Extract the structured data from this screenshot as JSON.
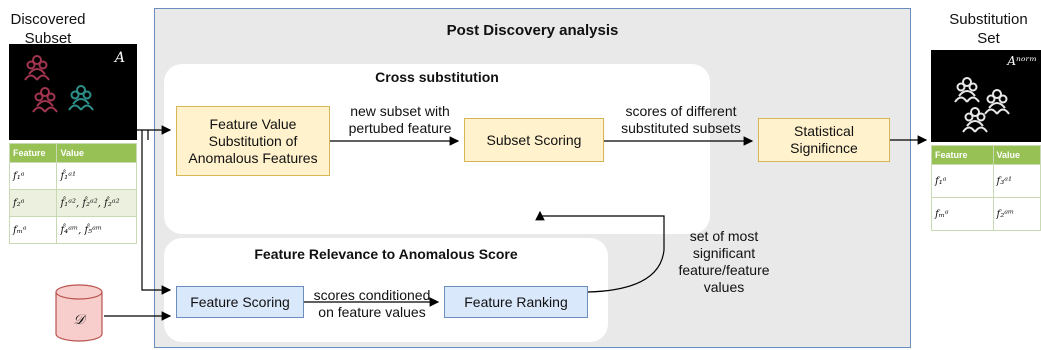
{
  "discovered": {
    "title": "Discovered Subset",
    "image_label": "A",
    "table": {
      "headers": [
        "Feature",
        "Value"
      ],
      "rows": [
        [
          "f₁ᵃ",
          "f̂₁ᵃ¹"
        ],
        [
          "f₂ᵃ",
          "f̂₁ᵃ², f̂₂ᵃ², f̂₂ᵃ²"
        ],
        [
          "fₘᵃ",
          "f̂₄ᵃᵐ, f̂₅ᵃᵐ"
        ]
      ]
    }
  },
  "post": {
    "title": "Post Discovery analysis",
    "cross": {
      "title": "Cross substitution",
      "box1": "Feature Value Substitution of Anomalous Features",
      "edge1": "new subset with pertubed feature",
      "box2": "Subset Scoring",
      "edge2": "scores of different substituted subsets",
      "box3": "Statistical Significnce"
    },
    "relevance": {
      "title": "Feature Relevance to Anomalous Score",
      "box1": "Feature Scoring",
      "edge1": "scores conditioned on feature values",
      "box2": "Feature Ranking"
    },
    "feedback_label": "set of most significant feature/feature values"
  },
  "dataset": {
    "symbol": "𝒟"
  },
  "substitution": {
    "title": "Substitution Set",
    "image_label": "Aⁿᵒʳᵐ",
    "table": {
      "headers": [
        "Feature",
        "Value"
      ],
      "rows": [
        [
          "f₁ᵃ",
          "f₃ᵃ¹"
        ],
        [
          "fₘᵃ",
          "f₂ᵃᵐ"
        ]
      ]
    }
  },
  "colors": {
    "panel_bg": "#e9e9e9",
    "panel_border": "#6c8ebf",
    "yellow_fill": "#fff2cc",
    "yellow_border": "#d6b656",
    "blue_fill": "#dae8fc",
    "blue_border": "#6c8ebf",
    "table_header": "#97c155",
    "db_fill": "#f8cecc",
    "db_border": "#b85450",
    "people_red": "#a1354f",
    "people_teal": "#2f8f8a",
    "people_white": "#e8e8e8"
  },
  "icons": [
    "people-group-icon",
    "database-icon",
    "arrow-icon"
  ]
}
